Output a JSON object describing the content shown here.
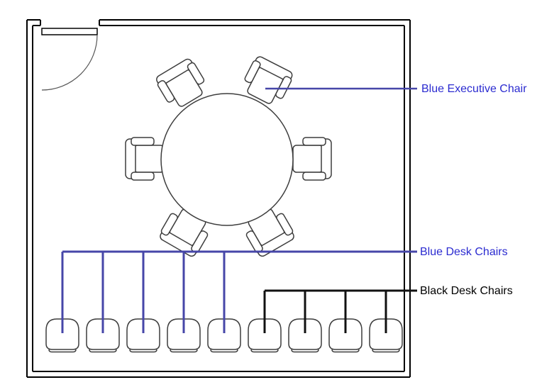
{
  "labels": {
    "executive_chair": "Blue Executive Chair",
    "blue_desk_chairs": "Blue Desk Chairs",
    "black_desk_chairs": "Black Desk Chairs"
  },
  "colors": {
    "blue_text": "#2b2bd0",
    "blue_line": "#4646a8",
    "black_text": "#000000",
    "black_line": "#111111",
    "wall": "#000000",
    "furniture": "#3d3d3d"
  },
  "furniture": {
    "round_table_count": 1,
    "executive_chair_count": 6,
    "blue_desk_chair_count": 5,
    "black_desk_chair_count": 4,
    "desk_chair_total": 9
  }
}
